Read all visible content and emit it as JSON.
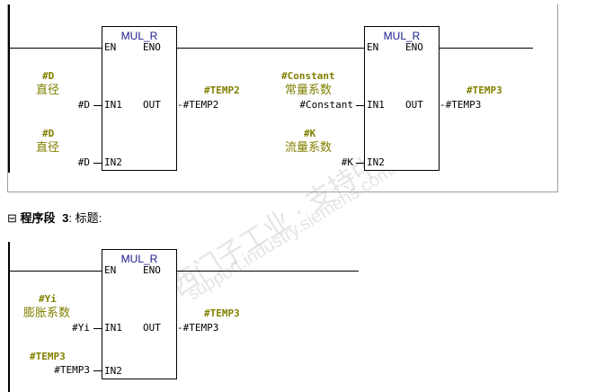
{
  "network2": {
    "block1": {
      "title": "MUL_R",
      "en": "EN",
      "eno": "ENO",
      "in1": "IN1",
      "in2": "IN2",
      "out": "OUT",
      "in1_symbol": "#D",
      "in1_comment": "直径",
      "in1_operand": "#D",
      "in2_symbol": "#D",
      "in2_comment": "直径",
      "in2_operand": "#D",
      "out_symbol": "#TEMP2",
      "out_operand": "-#TEMP2"
    },
    "block2": {
      "title": "MUL_R",
      "en": "EN",
      "eno": "ENO",
      "in1": "IN1",
      "in2": "IN2",
      "out": "OUT",
      "in1_symbol": "#Constant",
      "in1_comment": "常量系数",
      "in1_operand": "#Constant",
      "in2_symbol": "#K",
      "in2_comment": "流量系数",
      "in2_operand": "#K",
      "out_symbol": "#TEMP3",
      "out_operand": "-#TEMP3"
    }
  },
  "network3": {
    "collapse_icon": "⊟",
    "label": "程序段",
    "number": "3",
    "title": ": 标题:",
    "block1": {
      "title": "MUL_R",
      "en": "EN",
      "eno": "ENO",
      "in1": "IN1",
      "in2": "IN2",
      "out": "OUT",
      "in1_symbol": "#Yi",
      "in1_comment": "膨胀系数",
      "in1_operand": "#Yi",
      "in2_symbol": "#TEMP3",
      "in2_operand": "#TEMP3",
      "out_symbol": "#TEMP3",
      "out_operand": "-#TEMP3"
    }
  },
  "watermark": {
    "line1": "西门子工业",
    "line2": "support.industry.siemens.com/cs"
  }
}
